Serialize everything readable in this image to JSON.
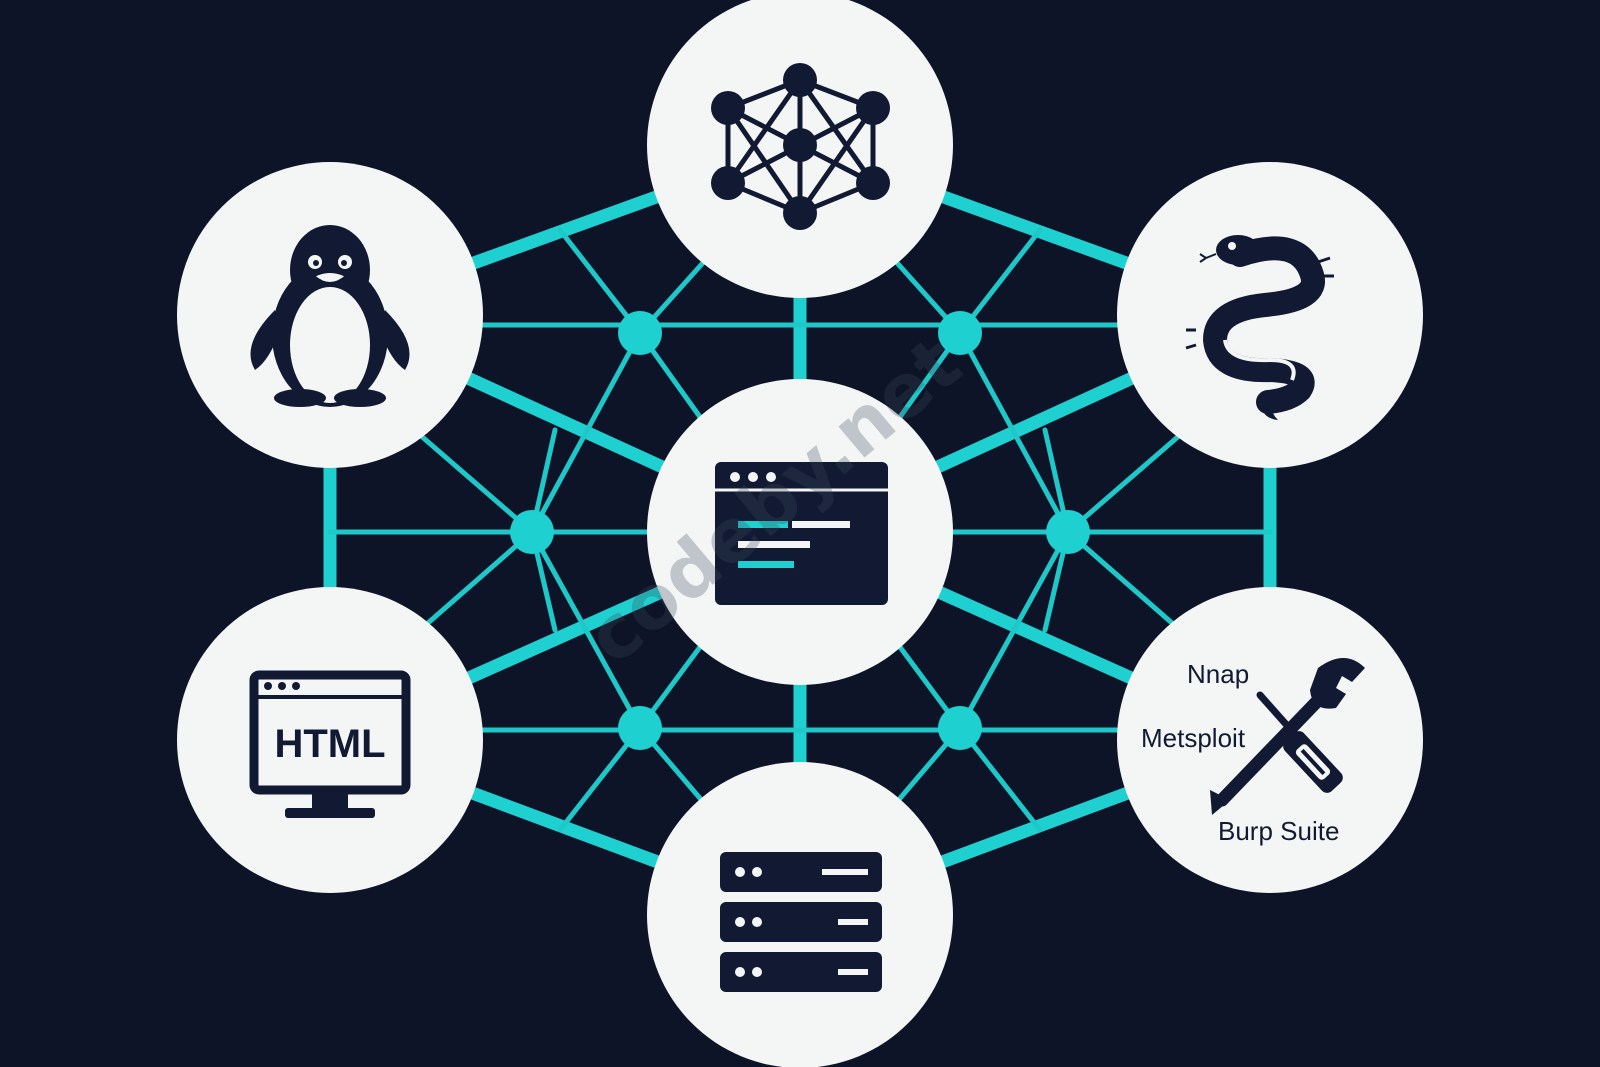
{
  "colors": {
    "background": "#0e1428",
    "connector": "#1fd0d0",
    "node_fill": "#f4f6f6",
    "icon_ink": "#121a33"
  },
  "nodes": [
    {
      "id": "top",
      "icon": "network-graph-icon"
    },
    {
      "id": "top-left",
      "icon": "linux-penguin-icon"
    },
    {
      "id": "top-right",
      "icon": "python-snake-icon"
    },
    {
      "id": "center",
      "icon": "terminal-window-icon"
    },
    {
      "id": "bottom-left",
      "icon": "html-monitor-icon",
      "label": "HTML"
    },
    {
      "id": "bottom-right",
      "icon": "tools-icon",
      "labels": [
        "Nnap",
        "Metsploit",
        "Burp Suite"
      ]
    },
    {
      "id": "bottom",
      "icon": "server-rack-icon"
    }
  ],
  "watermark": "codeby.net"
}
